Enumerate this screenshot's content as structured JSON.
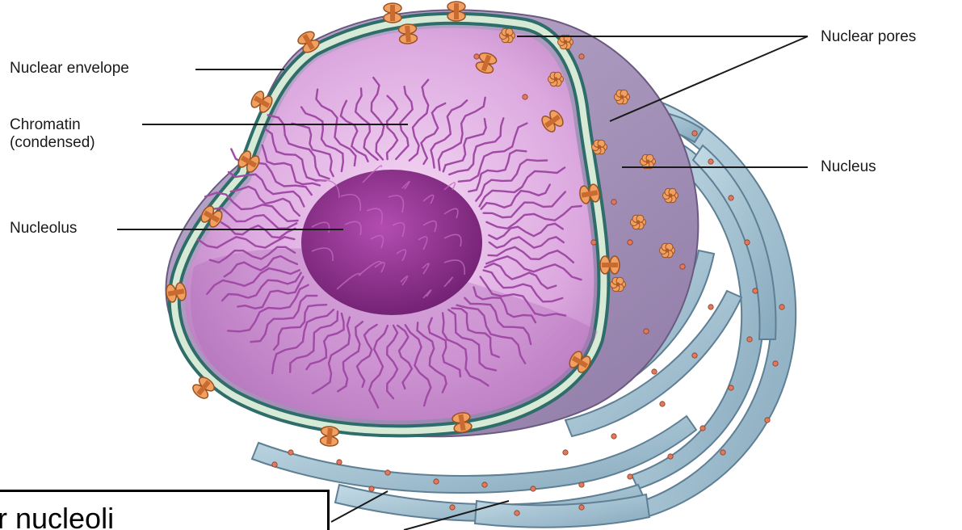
{
  "labels": {
    "nuclear_envelope": "Nuclear envelope",
    "chromatin_line1": "Chromatin",
    "chromatin_line2": "(condensed)",
    "nucleolus": "Nucleolus",
    "nuclear_pores": "Nuclear pores",
    "nucleus": "Nucleus"
  },
  "caption": {
    "text": "r nucleoli"
  },
  "colors": {
    "nucleoplasm": "#d9a3dc",
    "nucleoplasm_dark": "#b06bb6",
    "nucleolus": "#8e2e8c",
    "chromatin": "#a04aa6",
    "nuclear_surface": "#a894b8",
    "envelope_outer": "#2f6d6b",
    "envelope_inner": "#d6ead6",
    "er_fill": "#a9c6d6",
    "er_stroke": "#5f7f95",
    "pore": "#f0a060",
    "pore_stroke": "#9a5020",
    "ribosome": "#e07a5a"
  }
}
